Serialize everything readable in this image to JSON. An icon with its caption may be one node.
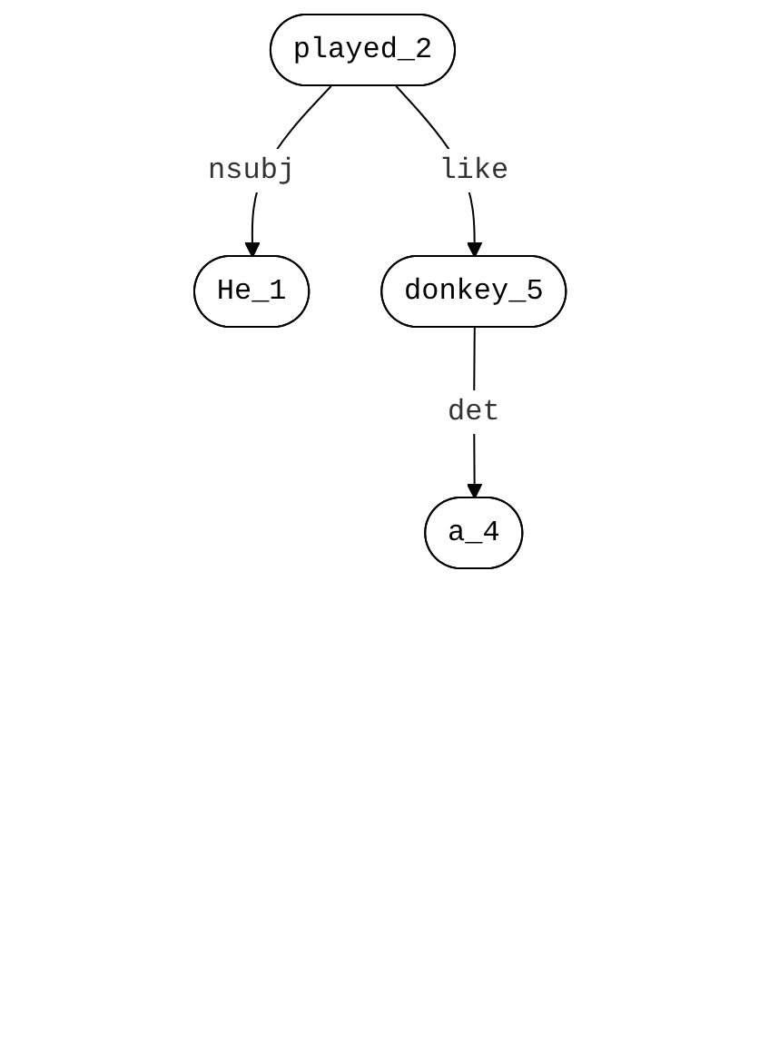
{
  "diagram": {
    "nodes": [
      {
        "text": [
          "played_2"
        ]
      },
      {
        "text": [
          "He_1"
        ]
      },
      {
        "text": [
          "donkey_5"
        ]
      },
      {
        "text": [
          "a_4"
        ]
      }
    ],
    "edges": [
      {
        "from": 0,
        "to": 1,
        "arrow": "to",
        "label": "nsubj"
      },
      {
        "from": 0,
        "to": 2,
        "arrow": "to",
        "label": "like"
      },
      {
        "from": 2,
        "to": 3,
        "arrow": "to",
        "label": "det"
      }
    ]
  }
}
